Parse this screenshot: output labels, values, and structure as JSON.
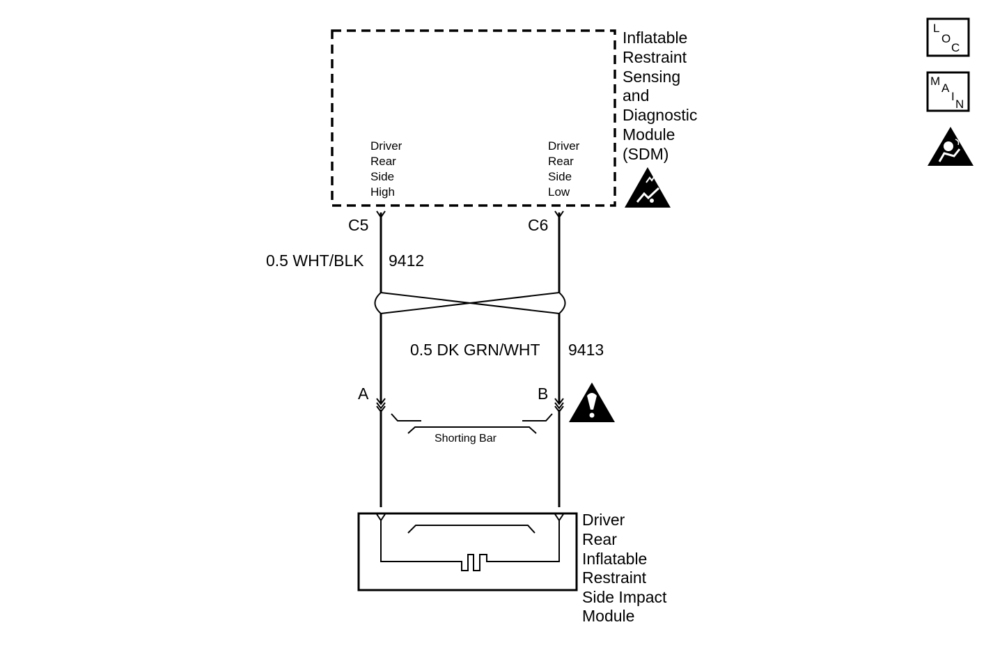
{
  "sdm": {
    "title_lines": [
      "Inflatable",
      "Restraint",
      "Sensing",
      "and",
      "Diagnostic",
      "Module",
      "(SDM)"
    ],
    "pin_high_lines": [
      "Driver",
      "Rear",
      "Side",
      "High"
    ],
    "pin_low_lines": [
      "Driver",
      "Rear",
      "Side",
      "Low"
    ]
  },
  "connectors": {
    "sdm_left": "C5",
    "sdm_right": "C6",
    "module_left": "A",
    "module_right": "B"
  },
  "wires": {
    "left": {
      "label": "0.5 WHT/BLK",
      "circuit": "9412"
    },
    "right": {
      "label": "0.5 DK GRN/WHT",
      "circuit": "9413"
    }
  },
  "shorting_bar_label": "Shorting Bar",
  "module": {
    "title_lines": [
      "Driver",
      "Rear",
      "Inflatable",
      "Restraint",
      "Side Impact",
      "Module"
    ]
  },
  "nav_icons": {
    "loc": {
      "letters": [
        "L",
        "O",
        "C"
      ]
    },
    "main": {
      "letters": [
        "M",
        "A",
        "I",
        "N"
      ]
    },
    "airbag_icon": "airbag-warning-icon"
  },
  "symbols": [
    "esd-sensitive-icon",
    "caution-warning-icon"
  ]
}
